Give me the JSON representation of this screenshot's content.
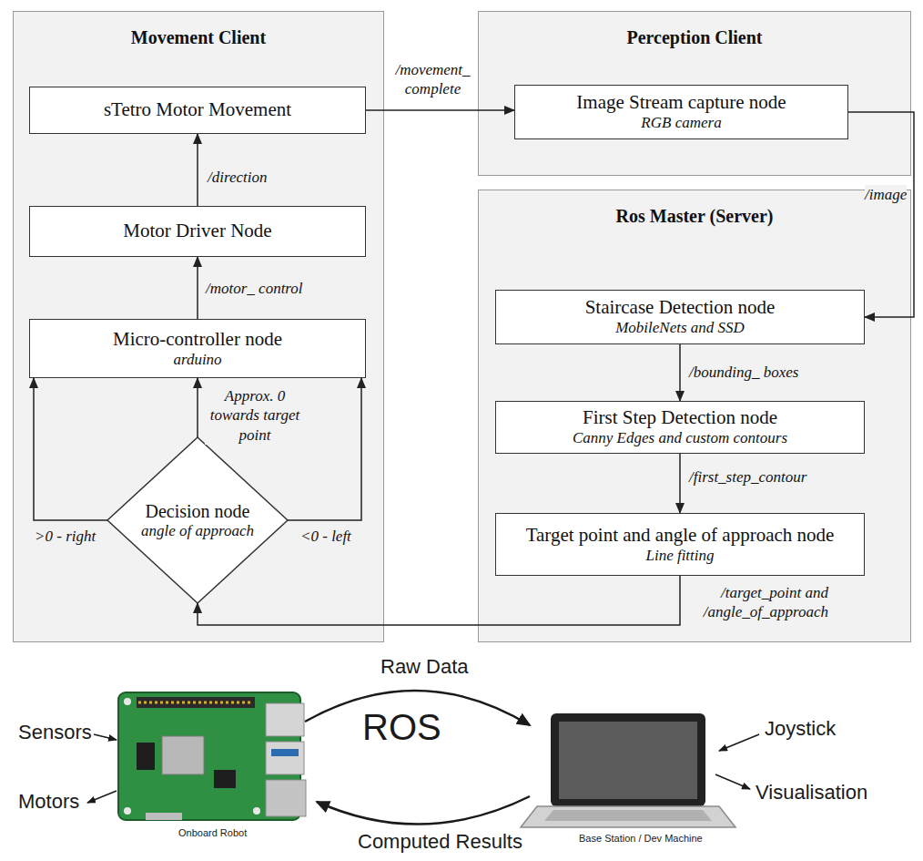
{
  "diagram": {
    "nodes": [
      {
        "text": [
          "Movement Client"
        ]
      },
      {
        "text": [
          "sTetro Motor Movement"
        ],
        "in": 0
      },
      {
        "text": [
          "Motor Driver Node"
        ],
        "in": 0
      },
      {
        "text": [
          "Micro-controller node",
          "arduino"
        ],
        "in": 0
      },
      {
        "text": [
          "Decision node",
          "angle of approach"
        ],
        "in": 0
      },
      {
        "text": [
          "Perception Client"
        ]
      },
      {
        "text": [
          "Image Stream capture node",
          "RGB camera"
        ],
        "in": 5
      },
      {
        "text": [
          "Ros Master (Server)"
        ]
      },
      {
        "text": [
          "Staircase Detection node",
          "MobileNets and SSD"
        ],
        "in": 7
      },
      {
        "text": [
          "First Step Detection node",
          "Canny Edges and custom contours"
        ],
        "in": 7
      },
      {
        "text": [
          "Target point and angle of approach node",
          "Line fitting"
        ],
        "in": 7
      }
    ],
    "edges": [
      {
        "from": 3,
        "to": 2,
        "arrow": "to",
        "label": "/motor_ control"
      },
      {
        "from": 2,
        "to": 1,
        "arrow": "to",
        "label": "/direction"
      },
      {
        "from": 1,
        "to": 6,
        "arrow": "to",
        "label": "/movement_ complete"
      },
      {
        "from": 6,
        "to": 8,
        "arrow": "to",
        "label": "/image"
      },
      {
        "from": 8,
        "to": 9,
        "arrow": "to",
        "label": "/bounding_ boxes"
      },
      {
        "from": 9,
        "to": 10,
        "arrow": "to",
        "label": "/first_step_contour"
      },
      {
        "from": 10,
        "to": 4,
        "arrow": "to",
        "label": "/target_point and /angle_of_approach"
      },
      {
        "from": 4,
        "to": 3,
        "arrow": "to",
        "label": ">0 - right"
      },
      {
        "from": 4,
        "to": 3,
        "arrow": "to",
        "label": "Approx. 0 towards target point"
      },
      {
        "from": 4,
        "to": 3,
        "arrow": "to",
        "label": "<0 - left"
      }
    ],
    "labels": [
      "Sensors",
      "Motors",
      "Raw Data",
      "ROS",
      "Computed Results",
      "Joystick",
      "Visualisation",
      "Onboard Robot",
      "Base Station / Dev Machine"
    ]
  }
}
